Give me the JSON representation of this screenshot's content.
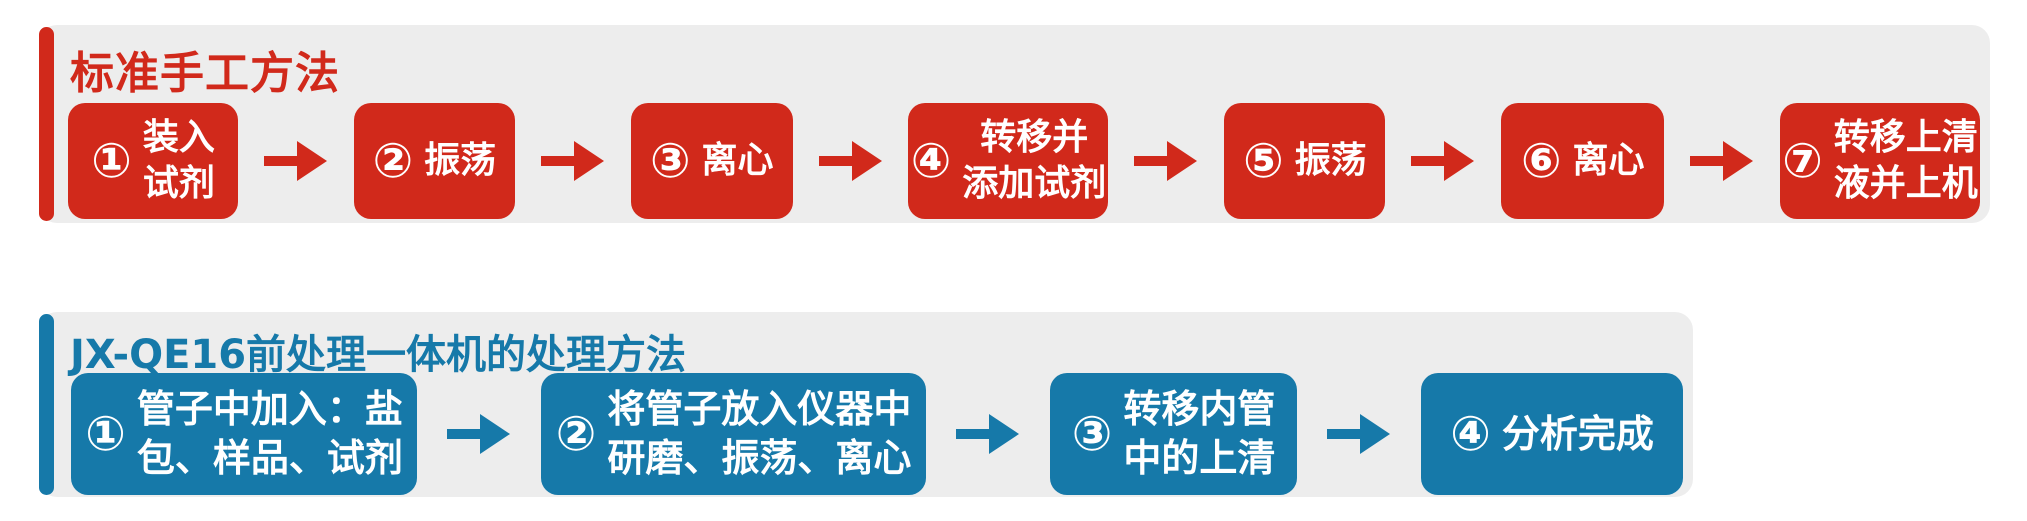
{
  "colors": {
    "manual_accent": "#d1291b",
    "machine_accent": "#1679a9",
    "panel_background": "#ededed",
    "step_text": "#ffffff"
  },
  "sections": [
    {
      "title": "标准手工方法",
      "steps": [
        {
          "num": "①",
          "lines": [
            "装入",
            "试剂"
          ]
        },
        {
          "num": "②",
          "lines": [
            "振荡"
          ]
        },
        {
          "num": "③",
          "lines": [
            "离心"
          ]
        },
        {
          "num": "④",
          "lines": [
            "转移并",
            "添加试剂"
          ]
        },
        {
          "num": "⑤",
          "lines": [
            "振荡"
          ]
        },
        {
          "num": "⑥",
          "lines": [
            "离心"
          ]
        },
        {
          "num": "⑦",
          "lines": [
            "转移上清",
            "液并上机"
          ]
        }
      ]
    },
    {
      "title": "JX-QE16前处理一体机的处理方法",
      "steps": [
        {
          "num": "①",
          "lines": [
            "管子中加入：盐",
            "包、样品、试剂"
          ]
        },
        {
          "num": "②",
          "lines": [
            "将管子放入仪器中",
            "研磨、振荡、离心"
          ]
        },
        {
          "num": "③",
          "lines": [
            "转移内管",
            "中的上清"
          ]
        },
        {
          "num": "④",
          "lines": [
            "分析完成"
          ]
        }
      ]
    }
  ]
}
